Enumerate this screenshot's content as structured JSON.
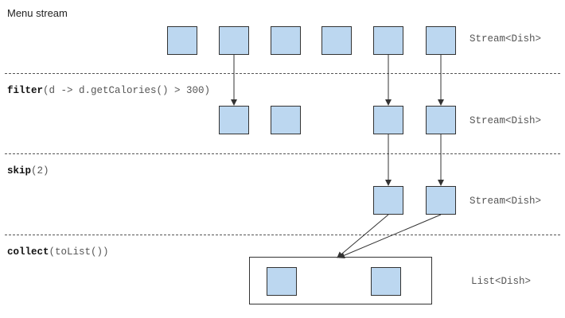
{
  "title": "Menu stream",
  "stages": [
    {
      "op": "",
      "arg": "",
      "type": "Stream<Dish>"
    },
    {
      "op": "filter",
      "arg": "(d -> d.getCalories() > 300)",
      "type": "Stream<Dish>"
    },
    {
      "op": "skip",
      "arg": "(2)",
      "type": "Stream<Dish>"
    },
    {
      "op": "collect",
      "arg": "(toList())",
      "type": "List<Dish>"
    }
  ]
}
